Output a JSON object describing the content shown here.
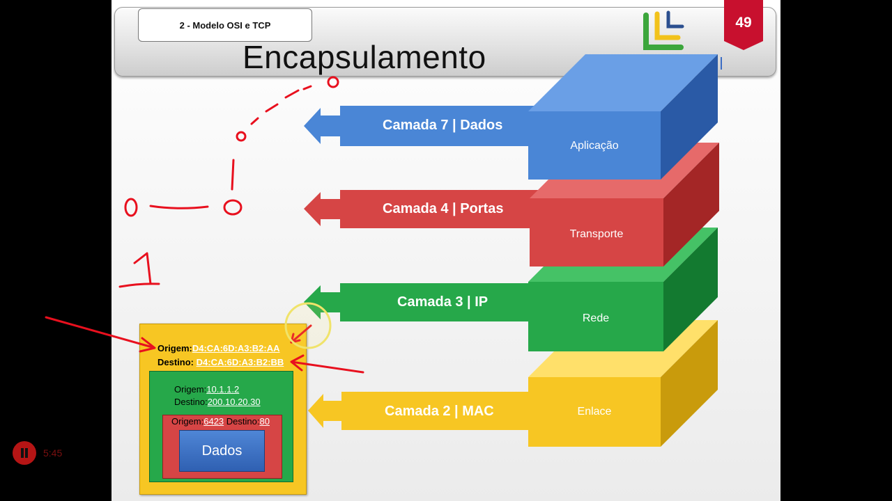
{
  "slide": {
    "section_tab": "2 - Modelo OSI e TCP",
    "title": "Encapsulamento",
    "slide_number": "49"
  },
  "layers": [
    {
      "arrow_label": "Camada 7 | Dados",
      "block_label": "Aplicação",
      "color": "#4a86d6"
    },
    {
      "arrow_label": "Camada 4 | Portas",
      "block_label": "Transporte",
      "color": "#d64545"
    },
    {
      "arrow_label": "Camada 3 | IP",
      "block_label": "Rede",
      "color": "#26a84a"
    },
    {
      "arrow_label": "Camada 2 | MAC",
      "block_label": "Enlace",
      "color": "#f7c623"
    }
  ],
  "frame": {
    "origem_key": "Origem:",
    "origem_value": "D4:CA:6D:A3:B2:AA",
    "destino_key": "Destino:",
    "destino_value": "D4:CA:6D:A3:B2:BB"
  },
  "packet": {
    "origem_key": "Origem:",
    "origem_value": "10.1.1.2",
    "destino_key": "Destino:",
    "destino_value": "200.10.20.30"
  },
  "segment": {
    "origem_key": "Origem:",
    "origem_value": "6423",
    "destino_key": "Destino:",
    "destino_value": "80"
  },
  "data_label": "Dados",
  "player": {
    "state": "paused",
    "time": "5:45"
  },
  "annotation_color": "#e8101e"
}
